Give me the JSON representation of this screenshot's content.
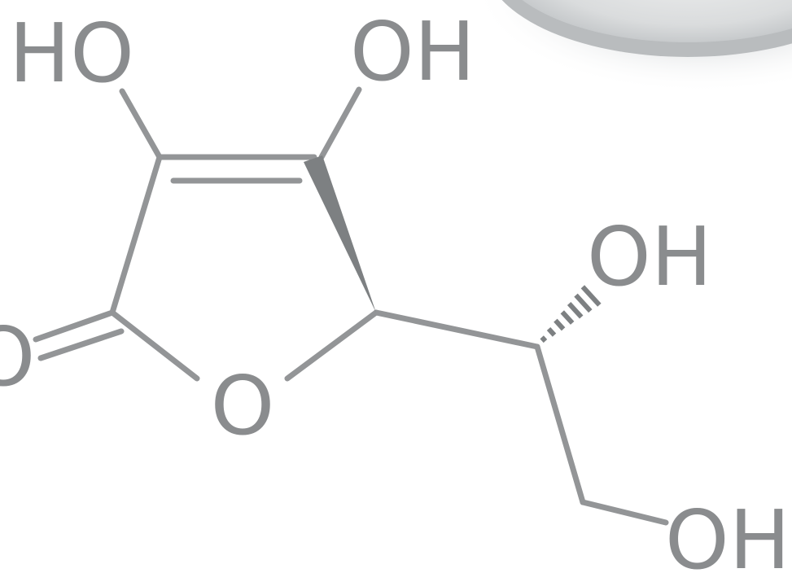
{
  "colors": {
    "bond": "#939597",
    "wedge": "#7d8082",
    "label": "#8a8c8e",
    "plate_rim": "#b9bcbe",
    "plate_body": "#e3e5e6"
  },
  "atoms": {
    "ho_top_left": "HO",
    "oh_top_middle": "OH",
    "oh_side_chain": "OH",
    "oh_bottom_right": "OH",
    "ring_oxygen": "O",
    "carbonyl_oxygen": "O"
  }
}
